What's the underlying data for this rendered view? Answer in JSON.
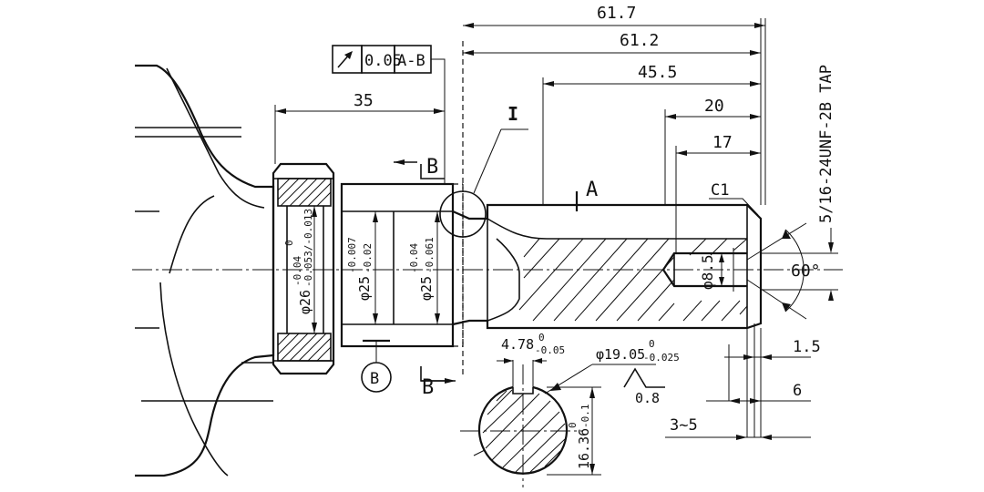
{
  "dimensions": {
    "d61_7": "61.7",
    "d61_2": "61.2",
    "d45_5": "45.5",
    "d35": "35",
    "d20": "20",
    "d17": "17",
    "d1_5": "1.5",
    "d6": "6",
    "d3_5": "3~5",
    "d60deg": "60°",
    "c1": "C1",
    "tap": "5/16-24UNF-2B TAP",
    "dia8_5": "φ8.5"
  },
  "diameters": {
    "d26": {
      "base": "φ26",
      "upper": "-0.04",
      "upper2": "0",
      "lower": "-0.053/-0.013"
    },
    "d25a": {
      "base": "φ25",
      "upper": "-0.007",
      "lower": "-0.02"
    },
    "d25b": {
      "base": "φ25",
      "upper": "-0.04",
      "lower": "-0.061"
    }
  },
  "keyway": {
    "width": {
      "base": "4.78",
      "upper": "0",
      "lower": "-0.05"
    },
    "dia": {
      "base": "φ19.05",
      "upper": "0",
      "lower": "-0.025"
    },
    "depth": {
      "base": "16.36",
      "upper": "0",
      "lower": "-0.1"
    },
    "roughness": "0.8"
  },
  "tolerance_frame": {
    "value": "0.05",
    "datum": "A-B"
  },
  "labels": {
    "section_b_top": "B",
    "section_b_bottom": "B",
    "datum_b": "B",
    "detail_i": "I",
    "datum_a": "A",
    "datum_a_tick": "I"
  }
}
